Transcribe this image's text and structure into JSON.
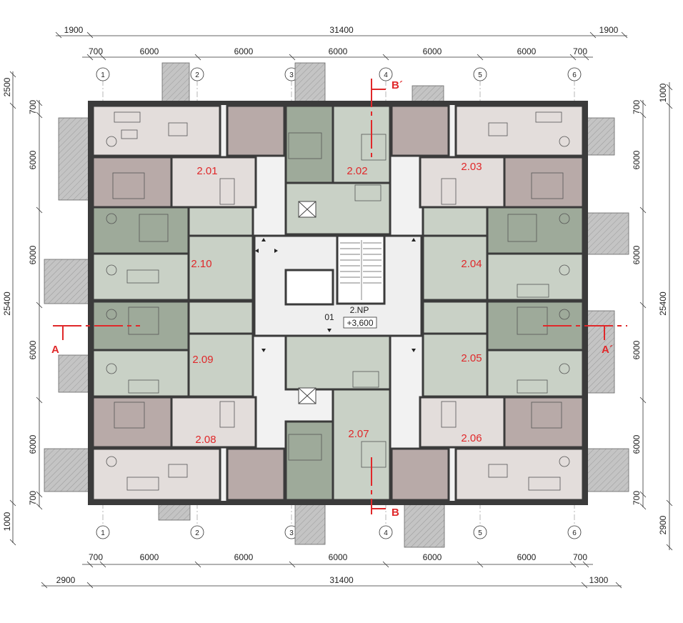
{
  "dimensions": {
    "top_total": "31400",
    "top_left_overhang": "1900",
    "top_right_overhang": "1900",
    "top_bays": [
      "700",
      "6000",
      "6000",
      "6000",
      "6000",
      "6000",
      "700"
    ],
    "bottom_total": "31400",
    "bottom_left_overhang": "2900",
    "bottom_right_overhang": "1300",
    "bottom_bays": [
      "700",
      "6000",
      "6000",
      "6000",
      "6000",
      "6000",
      "700"
    ],
    "left_total": "25400",
    "left_top_overhang": "2500",
    "left_bottom_overhang": "1000",
    "left_bays": [
      "700",
      "6000",
      "6000",
      "6000",
      "6000",
      "700"
    ],
    "right_total": "25400",
    "right_top_overhang": "1000",
    "right_bottom_overhang": "2900",
    "right_bays": [
      "700",
      "6000",
      "6000",
      "6000",
      "6000",
      "700"
    ]
  },
  "axes": [
    "1",
    "2",
    "3",
    "4",
    "5",
    "6"
  ],
  "units": [
    "2.01",
    "2.02",
    "2.03",
    "2.04",
    "2.05",
    "2.06",
    "2.07",
    "2.08",
    "2.09",
    "2.10"
  ],
  "core": {
    "room": "01",
    "floor": "2.NP",
    "level": "+3,600"
  },
  "sections": {
    "a": "A",
    "a_prime": "A´",
    "b": "B",
    "b_prime": "B´"
  },
  "colors": {
    "wall": "#3b3b3b",
    "living": "#e3dddb",
    "bedroom_mauve": "#b8aaa8",
    "bedroom_green": "#9eaa9a",
    "living_green": "#c9d1c6",
    "corridor": "#efefef",
    "balcony": "#bdbdbd",
    "annotation": "#e0282a"
  }
}
